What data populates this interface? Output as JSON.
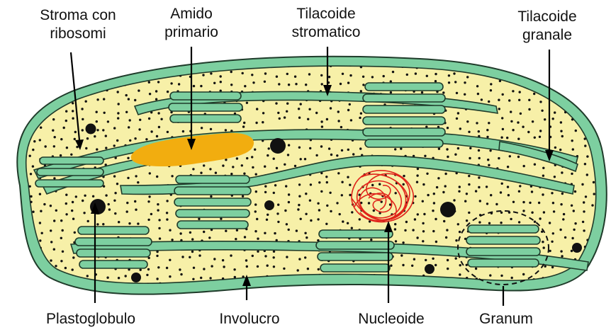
{
  "labels": {
    "stroma_line1": "Stroma con",
    "stroma_line2": "ribosomi",
    "amido_line1": "Amido",
    "amido_line2": "primario",
    "stromatico_line1": "Tilacoide",
    "stromatico_line2": "stromatico",
    "granale_line1": "Tilacoide",
    "granale_line2": "granale",
    "plastoglobulo": "Plastoglobulo",
    "involucro": "Involucro",
    "nucleoide": "Nucleoide",
    "granum": "Granum"
  },
  "colors": {
    "stroma": "#f7f0a8",
    "envelope": "#7dcfa0",
    "thylakoid": "#7dcfa0",
    "outline": "#1f3b2a",
    "starch": "#f2ad0f",
    "dna": "#e0241b",
    "plastoglobule": "#111111"
  }
}
